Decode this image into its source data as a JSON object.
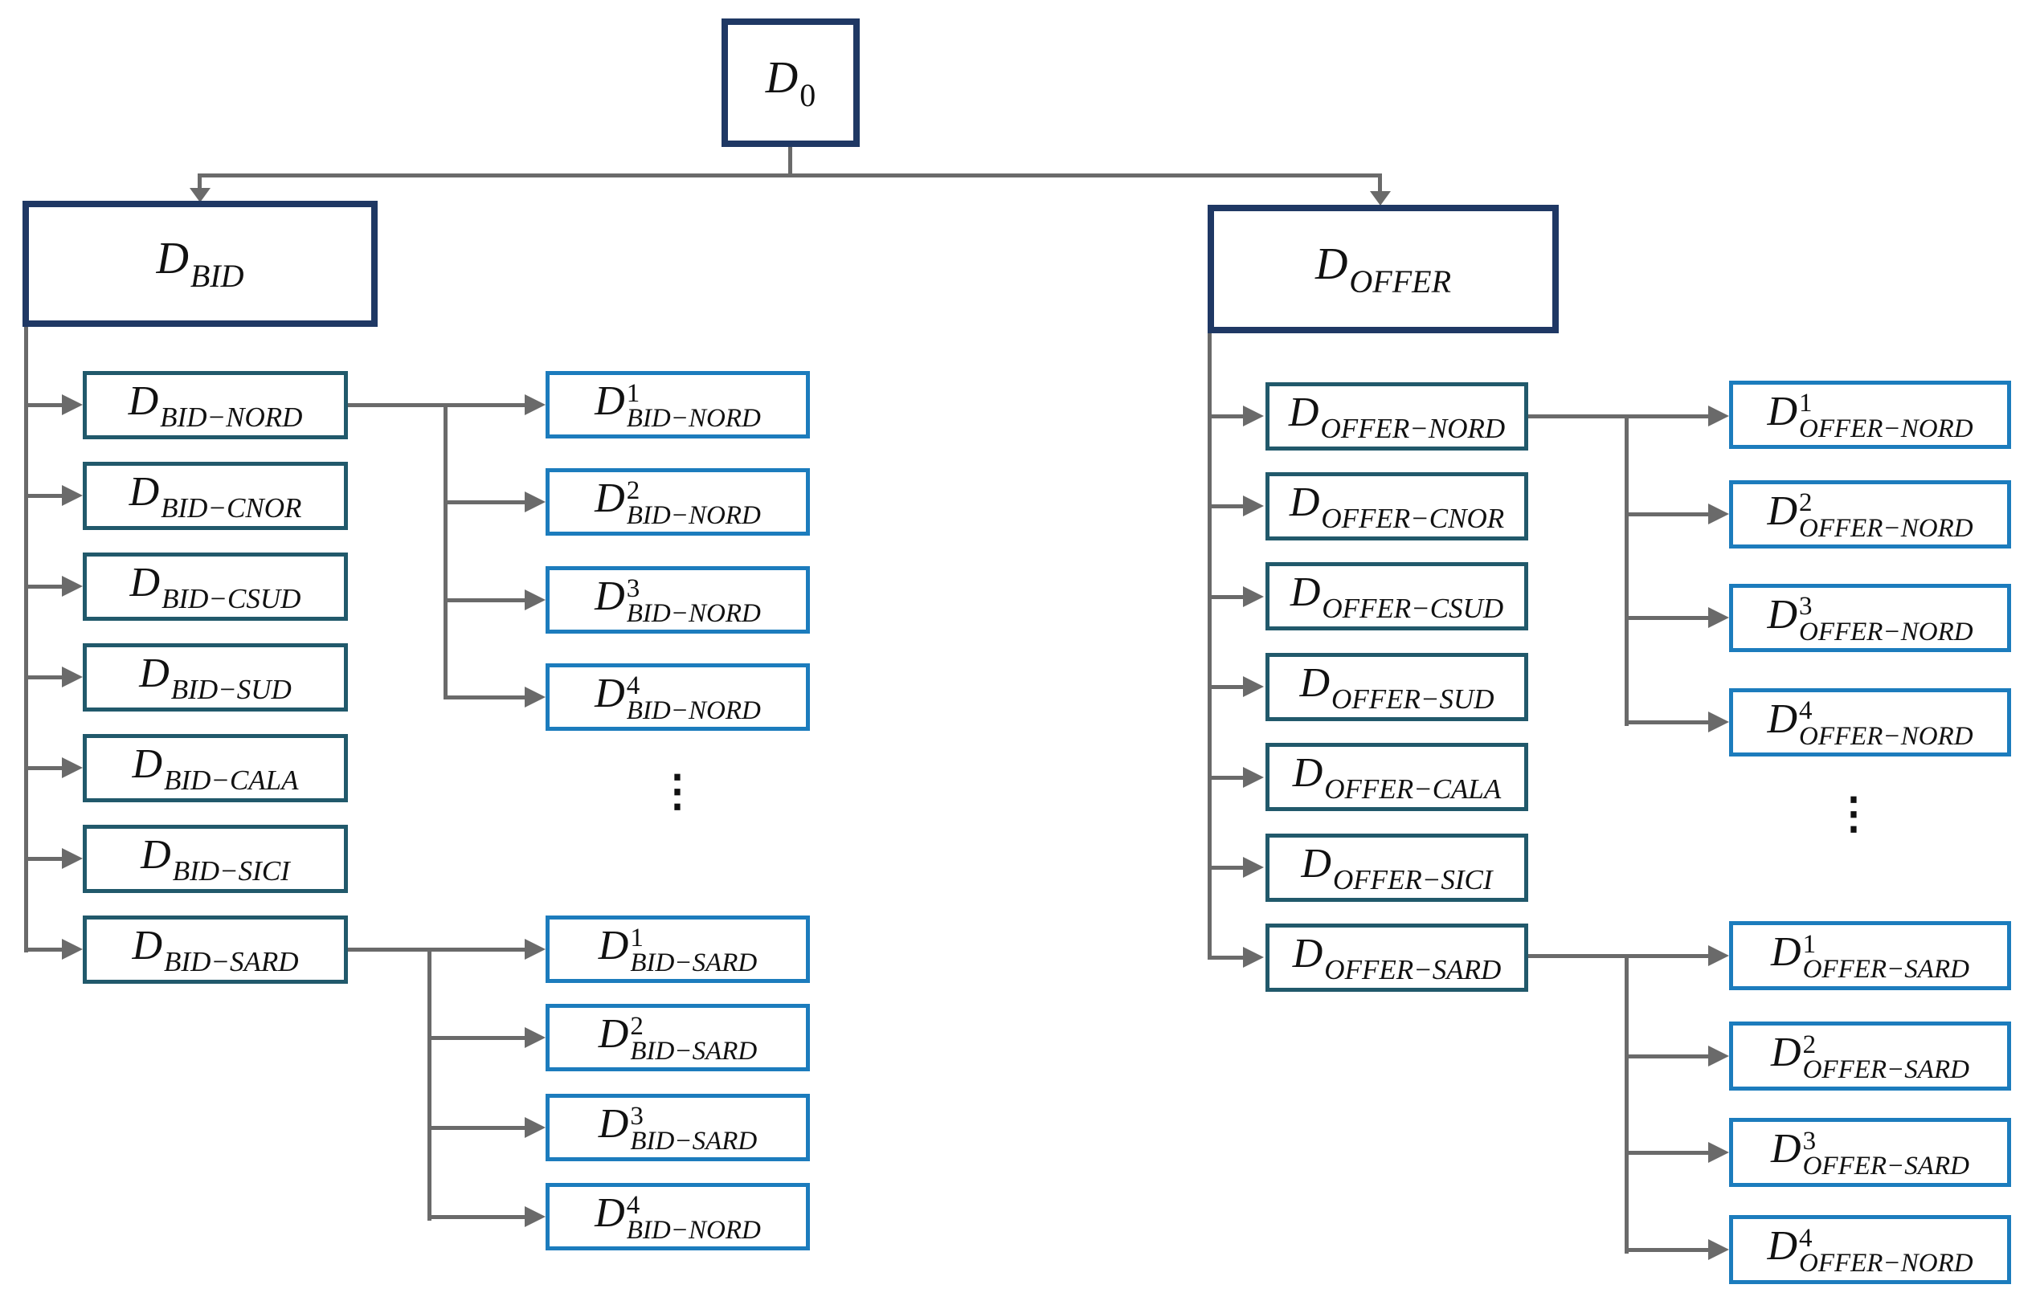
{
  "colors": {
    "level1_border": "#1F3864",
    "level2_border": "#21596B",
    "level3_border": "#1C7CBD",
    "connector": "#6A6A6A",
    "text": "#111111",
    "background": "#FFFFFF"
  },
  "nodes": {
    "root": {
      "base": "D",
      "sub": "0"
    },
    "bid": {
      "parent": {
        "base": "D",
        "sub": "BID"
      },
      "children": [
        {
          "base": "D",
          "sub": "BID−NORD"
        },
        {
          "base": "D",
          "sub": "BID−CNOR"
        },
        {
          "base": "D",
          "sub": "BID−CSUD"
        },
        {
          "base": "D",
          "sub": "BID−SUD"
        },
        {
          "base": "D",
          "sub": "BID−CALA"
        },
        {
          "base": "D",
          "sub": "BID−SICI"
        },
        {
          "base": "D",
          "sub": "BID−SARD"
        }
      ],
      "nord_subgroup": [
        {
          "base": "D",
          "sup": "1",
          "sub": "BID−NORD"
        },
        {
          "base": "D",
          "sup": "2",
          "sub": "BID−NORD"
        },
        {
          "base": "D",
          "sup": "3",
          "sub": "BID−NORD"
        },
        {
          "base": "D",
          "sup": "4",
          "sub": "BID−NORD"
        }
      ],
      "sard_subgroup": [
        {
          "base": "D",
          "sup": "1",
          "sub": "BID−SARD"
        },
        {
          "base": "D",
          "sup": "2",
          "sub": "BID−SARD"
        },
        {
          "base": "D",
          "sup": "3",
          "sub": "BID−SARD"
        },
        {
          "base": "D",
          "sup": "4",
          "sub": "BID−NORD"
        }
      ],
      "ellipsis": "⋮"
    },
    "offer": {
      "parent": {
        "base": "D",
        "sub": "OFFER"
      },
      "children": [
        {
          "base": "D",
          "sub": "OFFER−NORD"
        },
        {
          "base": "D",
          "sub": "OFFER−CNOR"
        },
        {
          "base": "D",
          "sub": "OFFER−CSUD"
        },
        {
          "base": "D",
          "sub": "OFFER−SUD"
        },
        {
          "base": "D",
          "sub": "OFFER−CALA"
        },
        {
          "base": "D",
          "sub": "OFFER−SICI"
        },
        {
          "base": "D",
          "sub": "OFFER−SARD"
        }
      ],
      "nord_subgroup": [
        {
          "base": "D",
          "sup": "1",
          "sub": "OFFER−NORD"
        },
        {
          "base": "D",
          "sup": "2",
          "sub": "OFFER−NORD"
        },
        {
          "base": "D",
          "sup": "3",
          "sub": "OFFER−NORD"
        },
        {
          "base": "D",
          "sup": "4",
          "sub": "OFFER−NORD"
        }
      ],
      "sard_subgroup": [
        {
          "base": "D",
          "sup": "1",
          "sub": "OFFER−SARD"
        },
        {
          "base": "D",
          "sup": "2",
          "sub": "OFFER−SARD"
        },
        {
          "base": "D",
          "sup": "3",
          "sub": "OFFER−SARD"
        },
        {
          "base": "D",
          "sup": "4",
          "sub": "OFFER−NORD"
        }
      ],
      "ellipsis": "⋮"
    }
  }
}
